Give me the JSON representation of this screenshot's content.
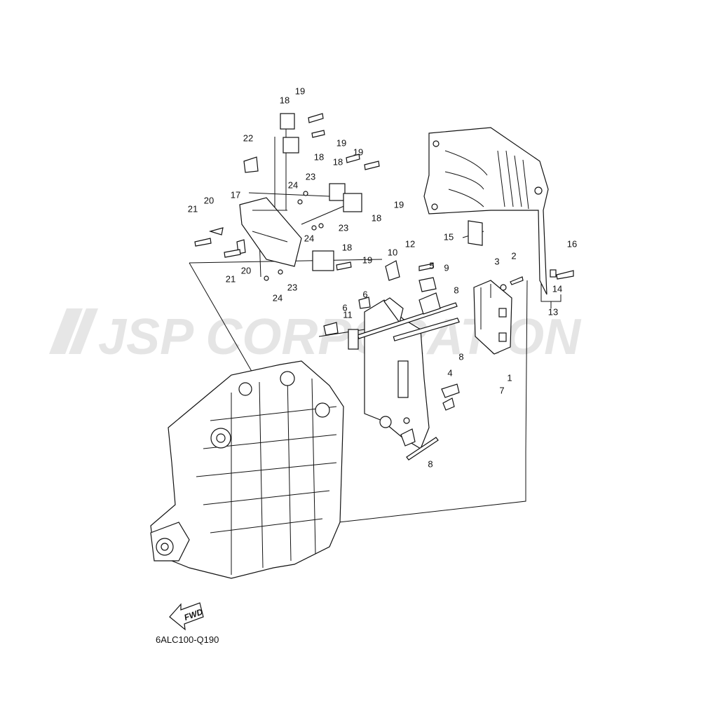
{
  "diagram": {
    "watermark": "JSP CORPORATION",
    "diagram_code": "6ALC100-Q190",
    "direction_label": "FWD",
    "callouts": [
      "19",
      "18",
      "19",
      "18",
      "22",
      "19",
      "18",
      "23",
      "24",
      "19",
      "18",
      "17",
      "20",
      "21",
      "23",
      "24",
      "18",
      "19",
      "20",
      "21",
      "23",
      "24",
      "15",
      "16",
      "12",
      "10",
      "5",
      "9",
      "3",
      "2",
      "14",
      "13",
      "8",
      "6",
      "6",
      "11",
      "8",
      "1",
      "4",
      "7",
      "8"
    ]
  }
}
